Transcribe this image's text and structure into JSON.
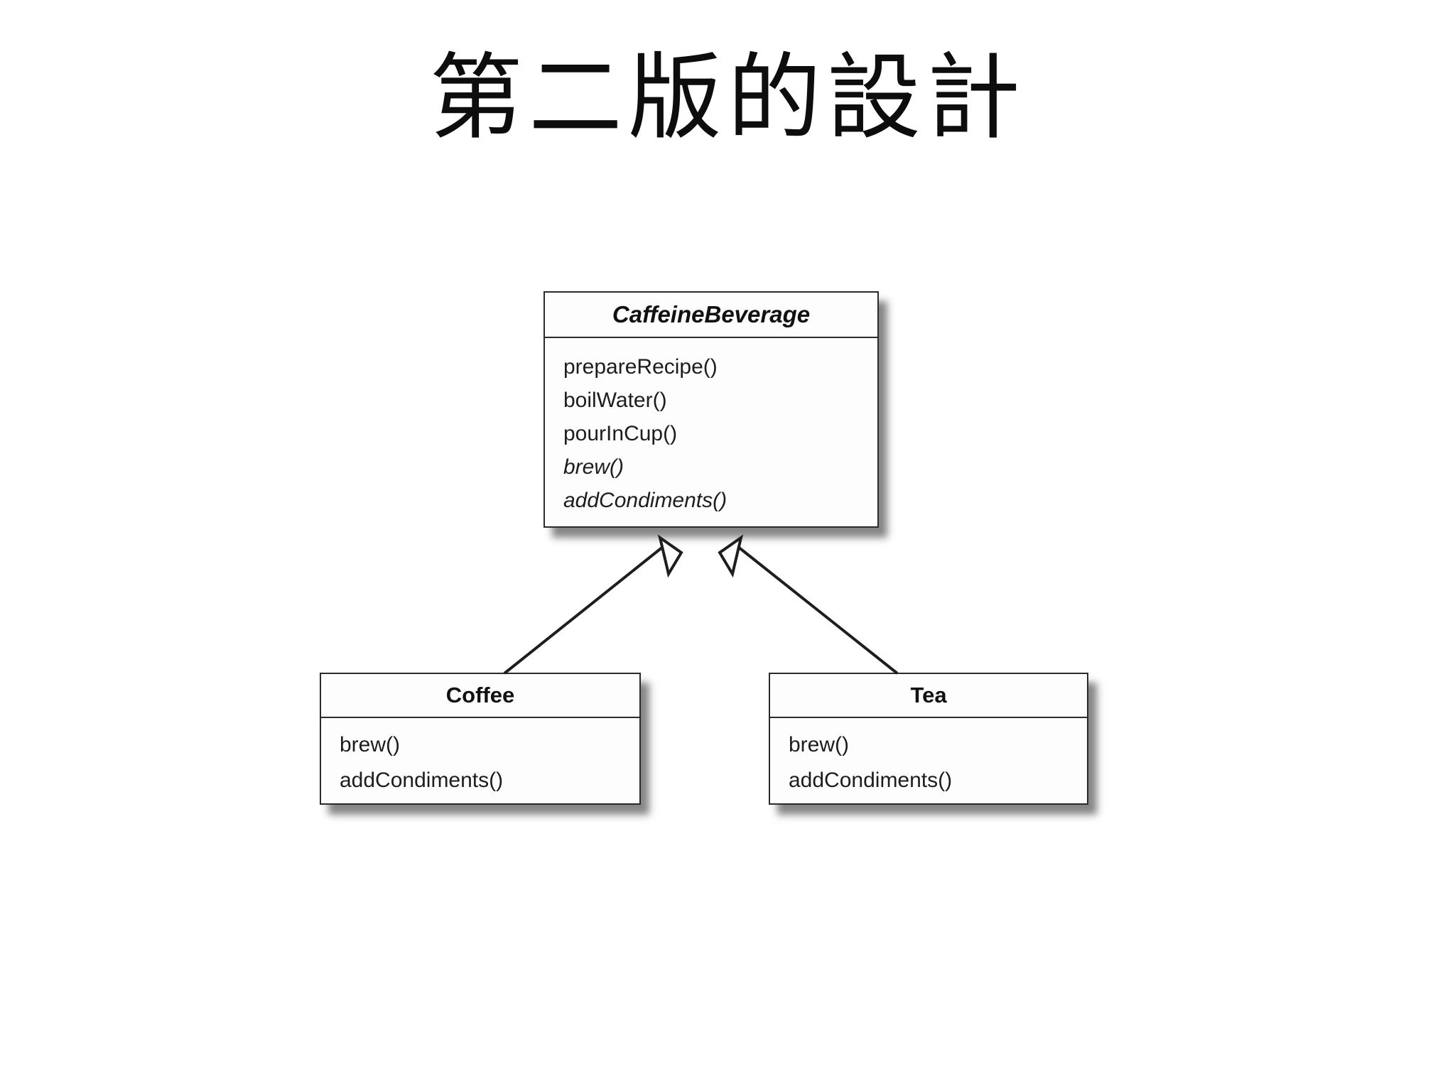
{
  "slide": {
    "title": "第二版的設計",
    "background_color": "#ffffff"
  },
  "diagram": {
    "type": "uml-class-diagram",
    "colors": {
      "box_fill": "#fdfdfd",
      "box_border": "#2b2b2b",
      "line": "#1e1e1e",
      "shadow": "rgba(35,35,35,0.55)",
      "text": "#1d1d1d"
    },
    "classes": [
      {
        "name": "CaffeineBeverage",
        "abstract": true,
        "methods": [
          {
            "label": "prepareRecipe()",
            "abstract": false
          },
          {
            "label": "boilWater()",
            "abstract": false
          },
          {
            "label": "pourInCup()",
            "abstract": false
          },
          {
            "label": "brew()",
            "abstract": true
          },
          {
            "label": "addCondiments()",
            "abstract": true
          }
        ]
      },
      {
        "name": "Coffee",
        "abstract": false,
        "methods": [
          {
            "label": "brew()",
            "abstract": false
          },
          {
            "label": "addCondiments()",
            "abstract": false
          }
        ]
      },
      {
        "name": "Tea",
        "abstract": false,
        "methods": [
          {
            "label": "brew()",
            "abstract": false
          },
          {
            "label": "addCondiments()",
            "abstract": false
          }
        ]
      }
    ],
    "relations": [
      {
        "type": "generalization",
        "from": "Coffee",
        "to": "CaffeineBeverage"
      },
      {
        "type": "generalization",
        "from": "Tea",
        "to": "CaffeineBeverage"
      }
    ]
  }
}
